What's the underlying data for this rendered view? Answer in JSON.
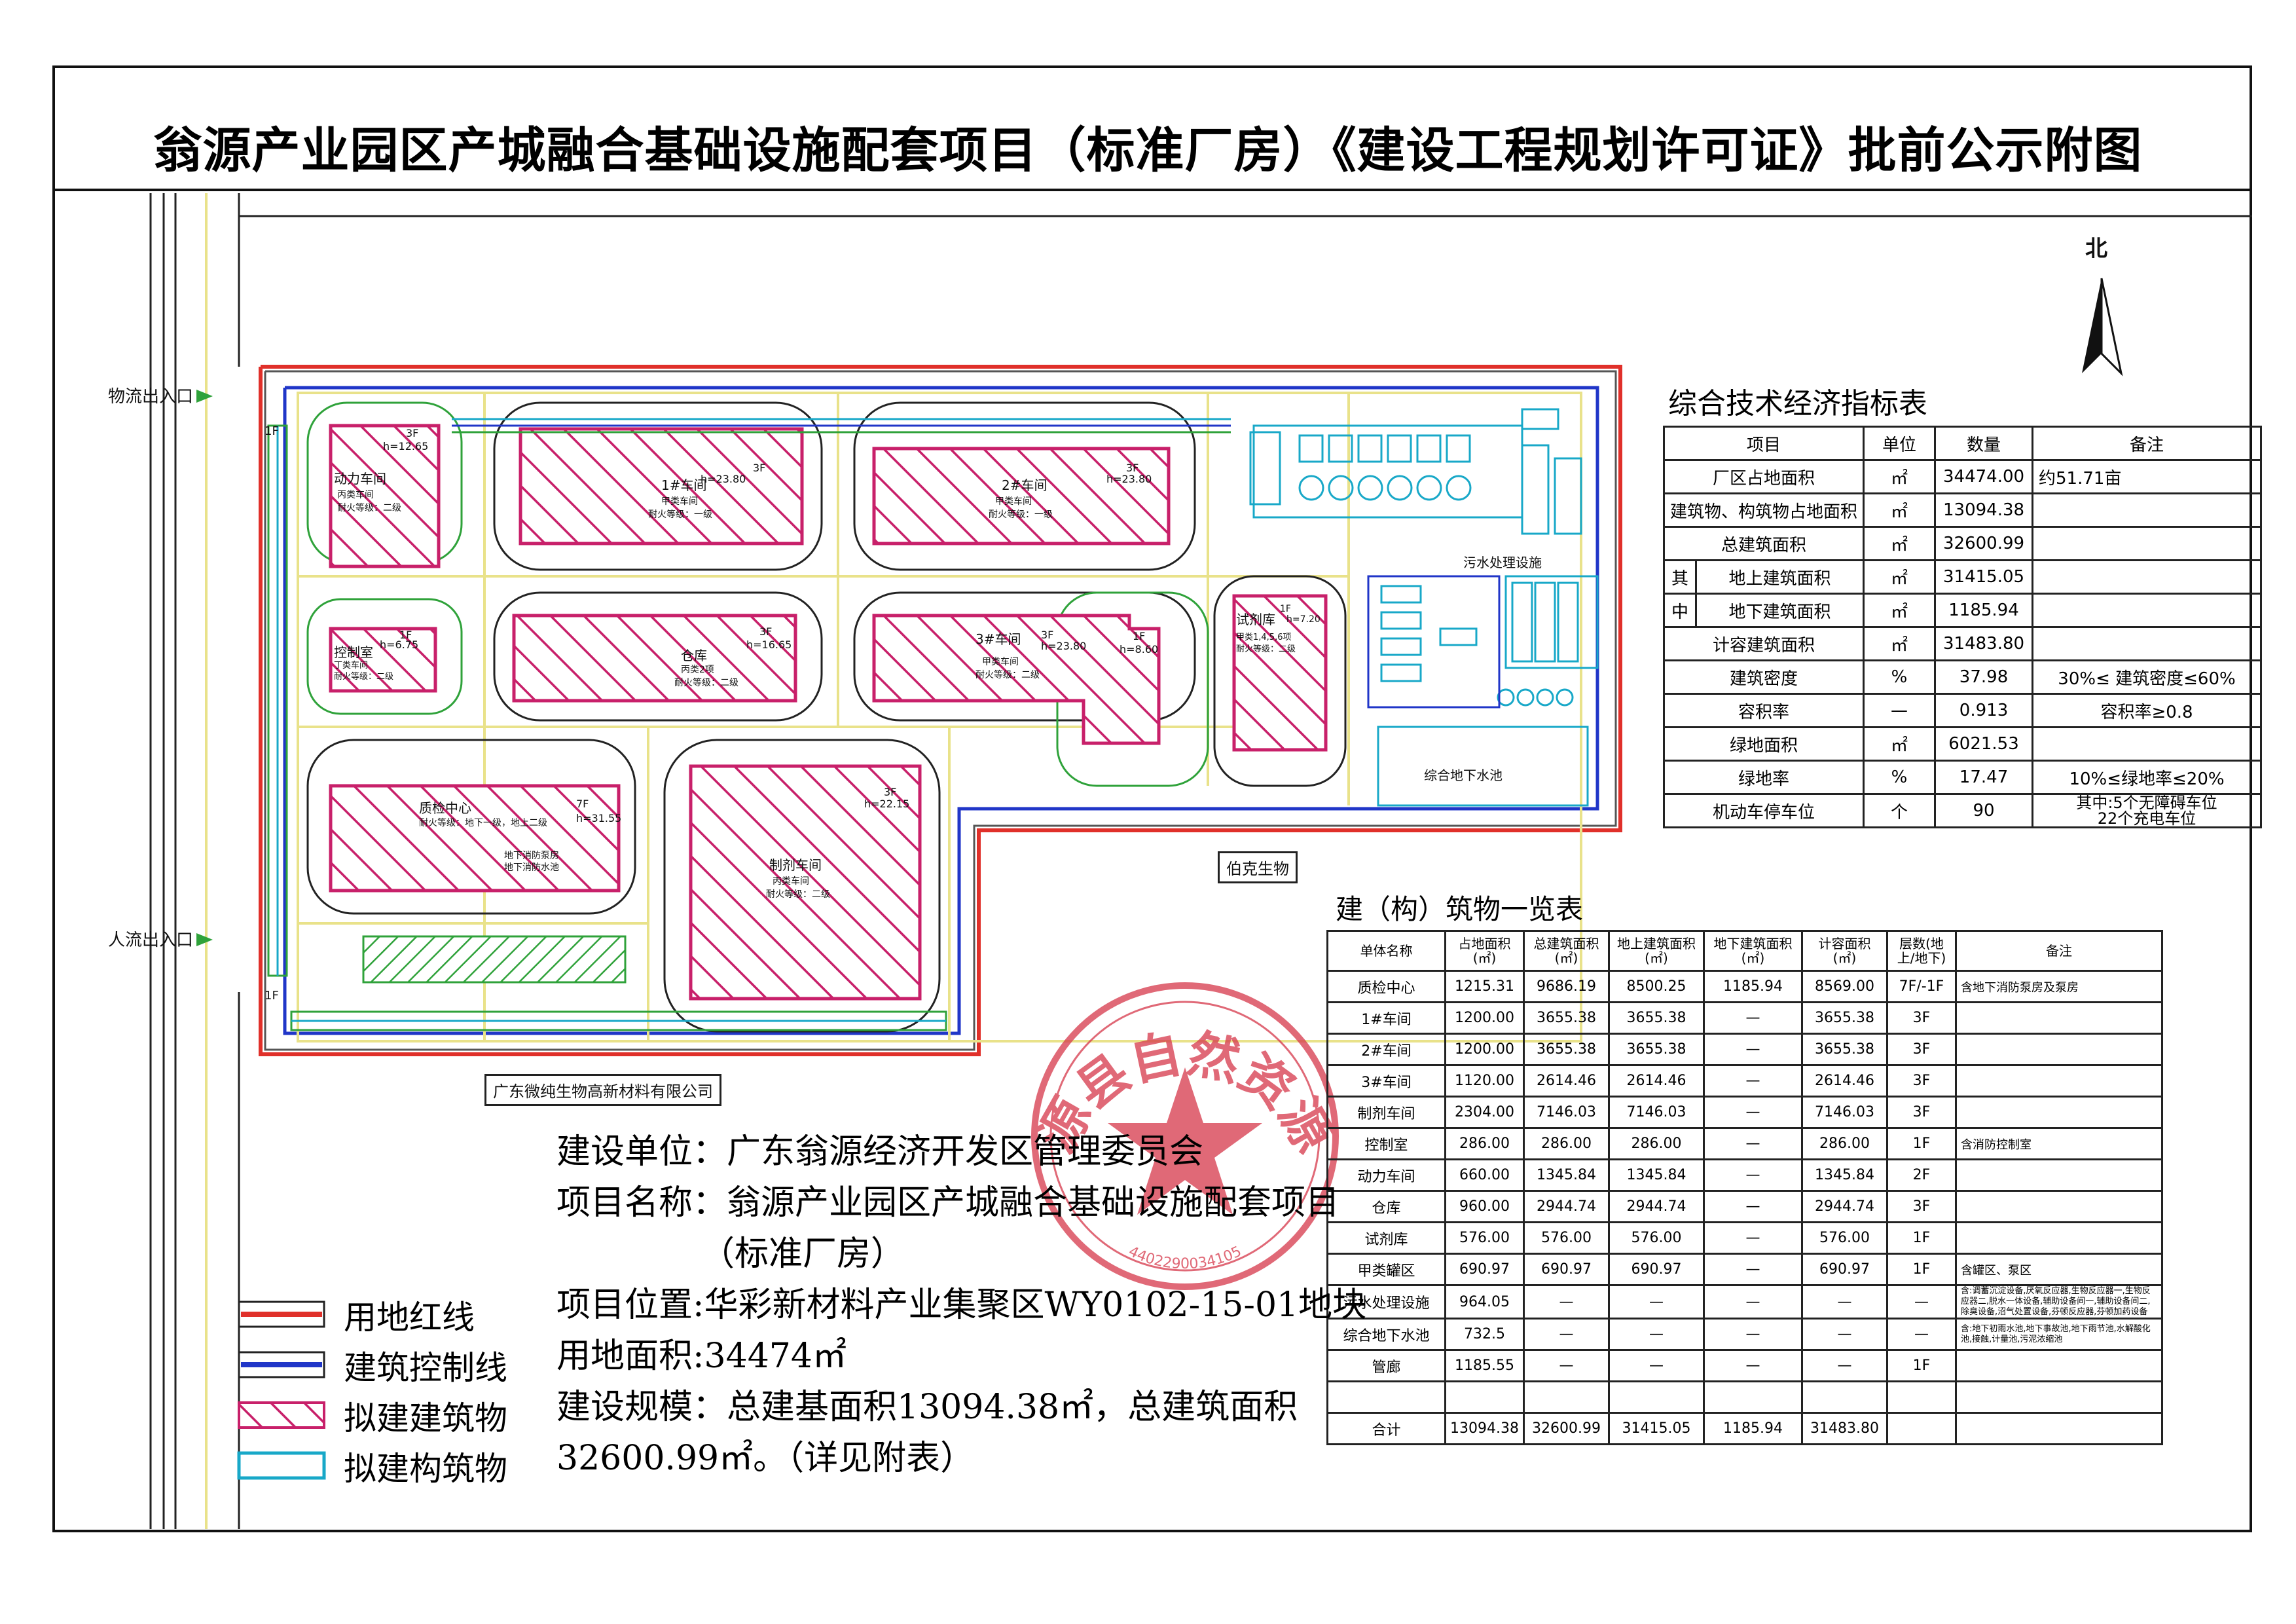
{
  "title": "翁源产业园区产城融合基础设施配套项目（标准厂房）《建设工程规划许可证》批前公示附图",
  "north": "北",
  "site": {
    "logistics_entrance": "物流出入口",
    "pedestrian_entrance": "人流出入口",
    "neighbor_east": "伯克生物",
    "neighbor_south": "广东微纯生物高新材料有限公司",
    "sewage_label": "污水处理设施",
    "underground_pool_label": "综合地下水池",
    "buildings": {
      "power": {
        "name": "动力车间",
        "note1": "丙类车间",
        "note2": "耐火等级：二级",
        "floors": "3F",
        "height": "h=12.65"
      },
      "ws1": {
        "name": "1#车间",
        "note1": "甲类车间",
        "note2": "耐火等级：一级",
        "floors": "3F",
        "height": "h=23.80"
      },
      "ws2": {
        "name": "2#车间",
        "note1": "甲类车间",
        "note2": "耐火等级：一级",
        "floors": "3F",
        "height": "h=23.80"
      },
      "control": {
        "name": "控制室",
        "note1": "丁类车间",
        "note2": "耐火等级：二级",
        "floors": "1F",
        "height": "h=6.75"
      },
      "warehouse": {
        "name": "仓库",
        "note1": "丙类2项",
        "note2": "耐火等级：二级",
        "floors": "3F",
        "height": "h=16.65"
      },
      "ws3": {
        "name": "3#车间",
        "note1": "甲类车间",
        "note2": "耐火等级：二级",
        "floors": "3F",
        "height": "h=23.80"
      },
      "ws3_annex": {
        "floors": "1F",
        "height": "h=8.60"
      },
      "testlib": {
        "name": "试剂库",
        "note1": "甲类1,4,5,6项",
        "note2": "耐火等级：二级",
        "floors": "1F",
        "height": "h=7.20"
      },
      "qc": {
        "name": "质检中心",
        "note1": "耐火等级：地下一级，地上二级",
        "note2": "地下消防泵房",
        "note3": "地下消防水池",
        "floors": "7F",
        "height": "h=31.55"
      },
      "prep": {
        "name": "制剂车间",
        "note1": "丙类车间",
        "note2": "耐火等级：二级",
        "floors": "3F",
        "height": "h=22.15"
      }
    },
    "small_1f_top": "1F",
    "small_1f_bottom": "1F"
  },
  "tech_table": {
    "title": "综合技术经济指标表",
    "headers": [
      "项目",
      "单位",
      "数量",
      "备注"
    ],
    "rows": [
      {
        "item": "厂区占地面积",
        "unit": "㎡",
        "qty": "34474.00",
        "note": "约51.71亩"
      },
      {
        "item": "建筑物、构筑物占地面积",
        "unit": "㎡",
        "qty": "13094.38",
        "note": ""
      },
      {
        "item": "总建筑面积",
        "unit": "㎡",
        "qty": "32600.99",
        "note": ""
      },
      {
        "item": "地上建筑面积",
        "unit": "㎡",
        "qty": "31415.05",
        "note": ""
      },
      {
        "item": "地下建筑面积",
        "unit": "㎡",
        "qty": "1185.94",
        "note": ""
      },
      {
        "item": "计容建筑面积",
        "unit": "㎡",
        "qty": "31483.80",
        "note": ""
      },
      {
        "item": "建筑密度",
        "unit": "%",
        "qty": "37.98",
        "note": "30%≤ 建筑密度≤60%"
      },
      {
        "item": "容积率",
        "unit": "—",
        "qty": "0.913",
        "note": "容积率≥0.8"
      },
      {
        "item": "绿地面积",
        "unit": "㎡",
        "qty": "6021.53",
        "note": ""
      },
      {
        "item": "绿地率",
        "unit": "%",
        "qty": "17.47",
        "note": "10%≤绿地率≤20%"
      },
      {
        "item": "机动车停车位",
        "unit": "个",
        "qty": "90",
        "note": "其中:5个无障碍车位",
        "note2": "22个充电车位"
      }
    ],
    "sub_label_1": "其",
    "sub_label_2": "中"
  },
  "building_table": {
    "title": "建（构）筑物一览表",
    "headers": [
      "单体名称",
      "占地面积(㎡)",
      "总建筑面积(㎡)",
      "地上建筑面积(㎡)",
      "地下建筑面积(㎡)",
      "计容面积(㎡)",
      "层数(地上/地下)",
      "备注"
    ],
    "rows": [
      [
        "质检中心",
        "1215.31",
        "9686.19",
        "8500.25",
        "1185.94",
        "8569.00",
        "7F/-1F",
        "含地下消防泵房及泵房"
      ],
      [
        "1#车间",
        "1200.00",
        "3655.38",
        "3655.38",
        "—",
        "3655.38",
        "3F",
        ""
      ],
      [
        "2#车间",
        "1200.00",
        "3655.38",
        "3655.38",
        "—",
        "3655.38",
        "3F",
        ""
      ],
      [
        "3#车间",
        "1120.00",
        "2614.46",
        "2614.46",
        "—",
        "2614.46",
        "3F",
        ""
      ],
      [
        "制剂车间",
        "2304.00",
        "7146.03",
        "7146.03",
        "—",
        "7146.03",
        "3F",
        ""
      ],
      [
        "控制室",
        "286.00",
        "286.00",
        "286.00",
        "—",
        "286.00",
        "1F",
        "含消防控制室"
      ],
      [
        "动力车间",
        "660.00",
        "1345.84",
        "1345.84",
        "—",
        "1345.84",
        "2F",
        ""
      ],
      [
        "仓库",
        "960.00",
        "2944.74",
        "2944.74",
        "—",
        "2944.74",
        "3F",
        ""
      ],
      [
        "试剂库",
        "576.00",
        "576.00",
        "576.00",
        "—",
        "576.00",
        "1F",
        ""
      ],
      [
        "甲类罐区",
        "690.97",
        "690.97",
        "690.97",
        "—",
        "690.97",
        "1F",
        "含罐区、泵区"
      ],
      [
        "污水处理设施",
        "964.05",
        "—",
        "—",
        "—",
        "—",
        "—",
        "含:调蓄沉淀设备,厌氧反应器,生物反应器一,生物反应器二,脱水一体设备,辅助设备间一,辅助设备间二,除臭设备,沼气处置设备,芬顿反应器,芬顿加药设备"
      ],
      [
        "综合地下水池",
        "732.5",
        "—",
        "—",
        "—",
        "—",
        "—",
        "含:地下初雨水池,地下事故池,地下雨节池,水解酸化池,接触,计量池,污泥浓缩池"
      ],
      [
        "管廊",
        "1185.55",
        "—",
        "—",
        "—",
        "—",
        "1F",
        ""
      ],
      [
        "",
        "",
        "",
        "",
        "",
        "",
        "",
        ""
      ],
      [
        "合计",
        "13094.38",
        "32600.99",
        "31415.05",
        "1185.94",
        "31483.80",
        "",
        ""
      ]
    ]
  },
  "info": {
    "line1": "建设单位：广东翁源经济开发区管理委员会",
    "line2": "项目名称：翁源产业园区产城融合基础设施配套项目",
    "line3": "（标准厂房）",
    "line4": "项目位置:华彩新材料产业集聚区WY0102-15-01地块",
    "line5": "用地面积:34474㎡",
    "line6": "建设规模：总建基面积13094.38㎡，总建筑面积",
    "line7": "32600.99㎡。（详见附表）"
  },
  "legend": [
    {
      "label": "用地红线"
    },
    {
      "label": "建筑控制线"
    },
    {
      "label": "拟建建筑物"
    },
    {
      "label": "拟建构筑物"
    }
  ],
  "stamp": {
    "text": "翁源县自然资源局",
    "code": "4402290034105"
  },
  "colors": {
    "red_line": "#e0302a",
    "blue_line": "#2036c8",
    "building_hatch": "#c8206a",
    "green": "#2fa23a",
    "yellow_road": "#e9e28a",
    "cyan": "#18a8c8"
  }
}
